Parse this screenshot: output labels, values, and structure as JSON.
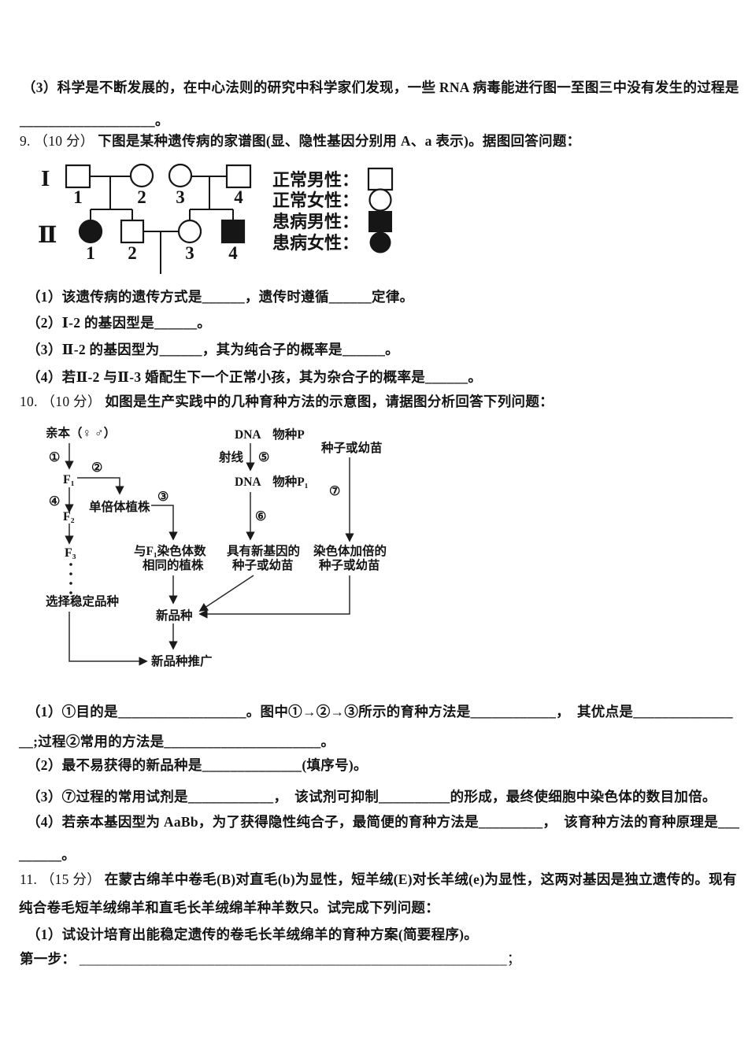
{
  "q8part3": {
    "text": "（3）科学是不断发展的，在中心法则的研究中科学家们发现，一些 RNA 病毒能进行图一至图三中没有发生的过程是",
    "blank": "___________________。"
  },
  "q9": {
    "number": "9.",
    "points": "（10 分）",
    "intro": "下图是某种遗传病的家谱图(显、隐性基因分别用 A、a 表示)。据图回答问题：",
    "pedigree": {
      "gen1_label": "I",
      "gen2_label": "Ⅱ",
      "gen1_numbers": [
        "1",
        "2",
        "3",
        "4"
      ],
      "gen2_numbers": [
        "1",
        "2",
        "3",
        "4"
      ],
      "legend": [
        {
          "label": "正常男性：",
          "symbol": "open-square"
        },
        {
          "label": "正常女性：",
          "symbol": "open-circle"
        },
        {
          "label": "患病男性：",
          "symbol": "filled-square"
        },
        {
          "label": "患病女性：",
          "symbol": "filled-circle"
        }
      ]
    },
    "sub1": "（1）该遗传病的遗传方式是______，遗传时遵循______定律。",
    "sub2": "（2）Ⅰ-2 的基因型是______。",
    "sub3": "（3）Ⅱ-2 的基因型为______，其为纯合子的概率是______。",
    "sub4": "（4）若Ⅱ-2 与Ⅱ-3 婚配生下一个正常小孩，其为杂合子的概率是______。"
  },
  "q10": {
    "number": "10.",
    "points": "（10 分）",
    "intro": "如图是生产实践中的几种育种方法的示意图，请据图分析回答下列问题：",
    "diagram": {
      "parents": "亲本（♀ ♂）",
      "step1": "①",
      "step2": "②",
      "step3": "③",
      "step4": "④",
      "step5": "⑤",
      "step6": "⑥",
      "step7": "⑦",
      "f1": "F₁",
      "f2": "F₂",
      "f3": "F₃",
      "haploid": "单倍体植株",
      "same_chrom_line1": "与F₁染色体数",
      "same_chrom_line2": "相同的植株",
      "dna_species_p": "DNA　物种P",
      "ray": "射线",
      "dna_species_p1": "DNA　物种P₁",
      "new_gene_line1": "具有新基因的",
      "new_gene_line2": "种子或幼苗",
      "seed_or_seedling": "种子或幼苗",
      "doubled_line1": "染色体加倍的",
      "doubled_line2": "种子或幼苗",
      "select_stable": "选择稳定品种",
      "new_variety": "新品种",
      "promotion": "新品种推广"
    },
    "sub1a": "（1）①目的是__________________。图中①→②→③所示的育种方法是____________，　其优点是______________",
    "sub1b": "__;过程②常用的方法是______________________。",
    "sub2": "（2）最不易获得的新品种是______________(填序号)。",
    "sub3": "（3）⑦过程的常用试剂是____________，　该试剂可抑制__________的形成，最终使细胞中染色体的数目加倍。",
    "sub4a": "（4）若亲本基因型为 AaBb，为了获得隐性纯合子，最简便的育种方法是_________，　该育种方法的育种原理是___",
    "sub4b": "______。"
  },
  "q11": {
    "number": "11.",
    "points": "（15 分）",
    "line1": "在蒙古绵羊中卷毛(B)对直毛(b)为显性，短羊绒(E)对长羊绒(e)为显性，这两对基因是独立遗传的。现有",
    "line2": "纯合卷毛短羊绒绵羊和直毛长羊绒绵羊种羊数只。试完成下列问题：",
    "sub1": "（1）试设计培育出能稳定遗传的卷毛长羊绒绵羊的育种方案(简要程序)。",
    "step1_label": "第一步：",
    "step1_blank": "____________________________________________________________；"
  }
}
